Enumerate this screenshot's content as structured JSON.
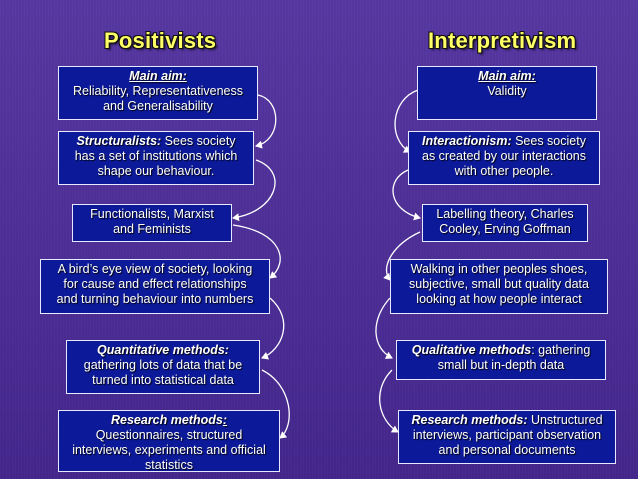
{
  "left": {
    "title": "Positivists",
    "main_aim": {
      "label": "Main aim:",
      "text_1": "Reliability, Representativeness",
      "text_2": "and Generalisability"
    },
    "structuralists": {
      "label": "Structuralists:",
      "text_1": " Sees society",
      "text_2": "has a set of institutions which",
      "text_3": "shape our behaviour."
    },
    "functionalists": {
      "text_1": "Functionalists, Marxist",
      "text_2": "and Feminists"
    },
    "birds_eye": {
      "text_1": "A bird’s eye view of society, looking",
      "text_2": "for cause and effect relationships",
      "text_3": "and turning behaviour into numbers"
    },
    "quantitative": {
      "label": "Quantitative methods:",
      "text_1": "gathering lots of data that be",
      "text_2": "turned into statistical data"
    },
    "research": {
      "label": "Research methods",
      "colon": ":",
      "text_1": "Questionnaires, structured",
      "text_2": "interviews, experiments and official",
      "text_3": "statistics"
    }
  },
  "right": {
    "title": "Interpretivism",
    "main_aim": {
      "label": "Main aim:",
      "text_1": "Validity"
    },
    "interactionism": {
      "label": "Interactionism:",
      "text_1": " Sees society",
      "text_2": "as created by our interactions",
      "text_3": "with other people."
    },
    "labelling": {
      "text_1": "Labelling theory, Charles",
      "text_2": "Cooley, Erving Goffman"
    },
    "walking": {
      "text_1": "Walking in other peoples shoes,",
      "text_2": "subjective, small but quality data",
      "text_3": "looking at how people interact"
    },
    "qualitative": {
      "label": "Qualitative methods",
      "text_1": ": gathering",
      "text_2": "small but in-depth data"
    },
    "research": {
      "label": "Research methods:",
      "text_1": " Unstructured",
      "text_2": "interviews, participant observation",
      "text_3": "and personal documents"
    }
  },
  "colors": {
    "background": "#4b2a9a",
    "box_fill": "#0c1a9a",
    "box_border": "#e8e8ff",
    "title": "#ffff66",
    "arrow": "#ffffff"
  }
}
